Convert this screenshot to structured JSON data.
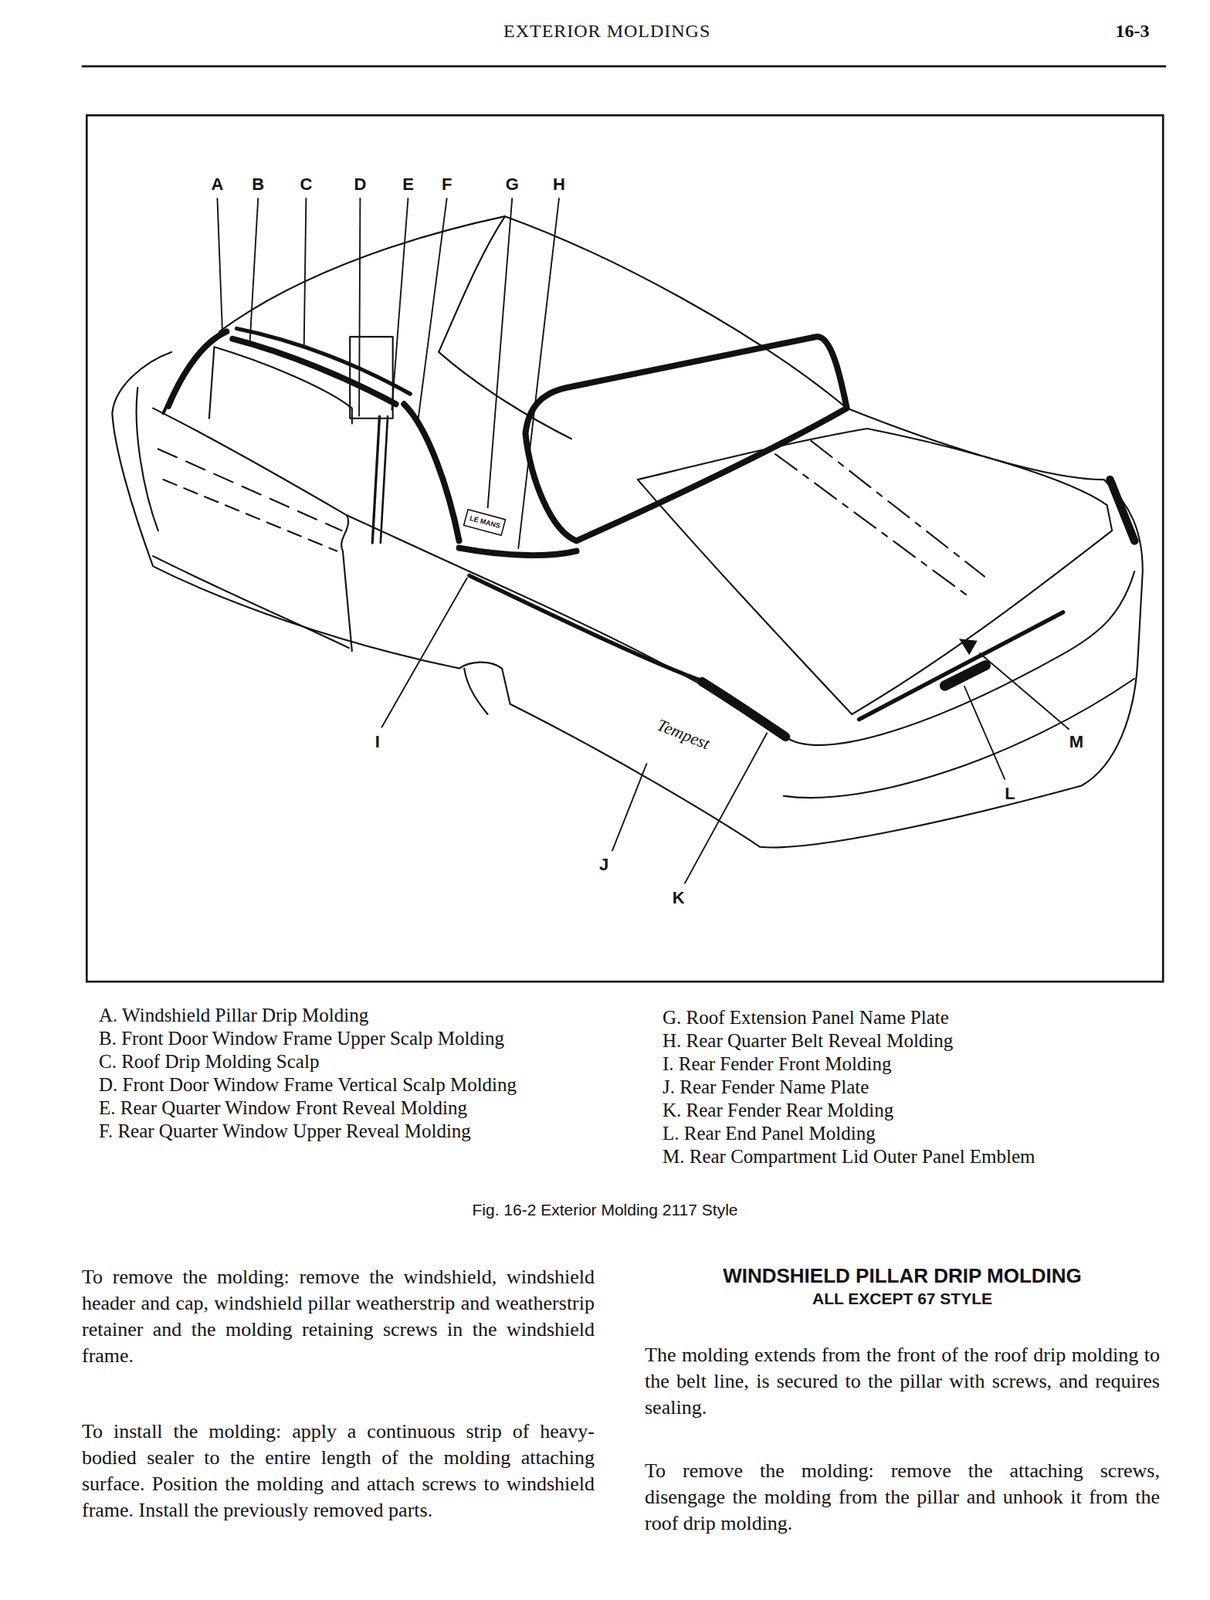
{
  "diagram": {
    "title": "EXTERIOR MOLDINGS",
    "caption": "Fig. 16-2 Exterior Molding 2117 Style",
    "labels": [
      "16-3",
      "A",
      "B",
      "C",
      "D",
      "E",
      "F",
      "G",
      "H",
      "LE MANS",
      "I",
      "M",
      "L",
      "Tempest",
      "J",
      "K",
      "A. Windshield Pillar Drip Molding",
      "B. Front Door Window Frame Upper Scalp Molding",
      "C. Roof Drip Molding Scalp",
      "D. Front Door Window Frame Vertical Scalp Molding",
      "E. Rear Quarter Window Front Reveal Molding",
      "F. Rear Quarter Window Upper Reveal Molding",
      "G. Roof Extension Panel Name Plate",
      "H. Rear Quarter Belt Reveal Molding",
      "I. Rear Fender Front Molding",
      "J. Rear Fender Name Plate",
      "K. Rear Fender Rear Molding",
      "L. Rear End Panel Molding",
      "M. Rear Compartment Lid Outer Panel Emblem",
      "To remove the molding: remove the windshield, windshield header and cap, windshield pillar weatherstrip and weatherstrip retainer and the molding retaining screws in the windshield frame.",
      "To install the molding: apply a continuous strip of heavy-bodied sealer to the entire length of the molding attaching surface. Position the molding and attach screws to windshield frame. Install the previously removed parts.",
      "WINDSHIELD PILLAR DRIP MOLDING",
      "ALL EXCEPT 67 STYLE",
      "The molding extends from the front of the roof drip molding to the belt line, is secured to the pillar with screws, and requires sealing.",
      "To remove the molding: remove the attaching screws, disengage the molding from the pillar and unhook it from the roof drip molding."
    ]
  }
}
